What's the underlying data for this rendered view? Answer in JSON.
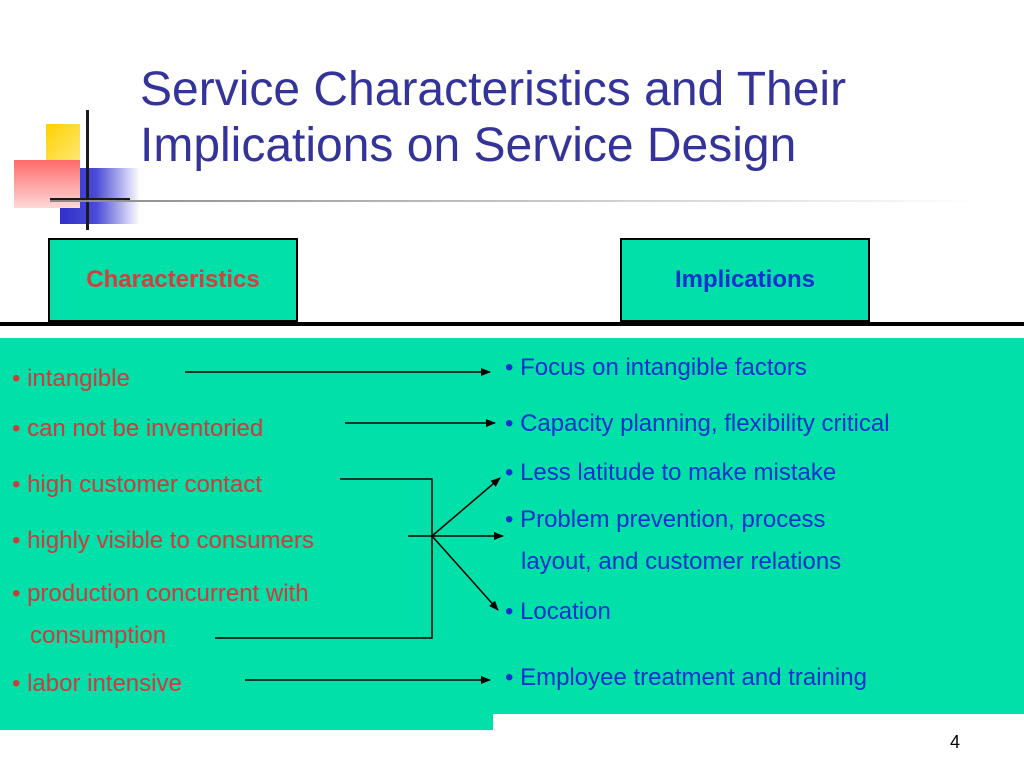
{
  "slide": {
    "title": "Service Characteristics and Their Implications on Service Design",
    "page_number": "4"
  },
  "headers": {
    "characteristics": "Characteristics",
    "implications": "Implications"
  },
  "characteristics": [
    "• intangible",
    "• can not be inventoried",
    "• high customer contact",
    "• highly visible to consumers",
    "• production concurrent with",
    "consumption",
    "• labor intensive"
  ],
  "implications": [
    "• Focus on intangible factors",
    "• Capacity planning, flexibility critical",
    "• Less latitude to make mistake",
    "• Problem prevention, process",
    "layout, and customer relations",
    "• Location",
    "• Employee treatment and training"
  ],
  "colors": {
    "panel": "#00e0a8",
    "title": "#333399",
    "characteristic_text": "#cc3c3c",
    "implication_text": "#1030d0"
  }
}
